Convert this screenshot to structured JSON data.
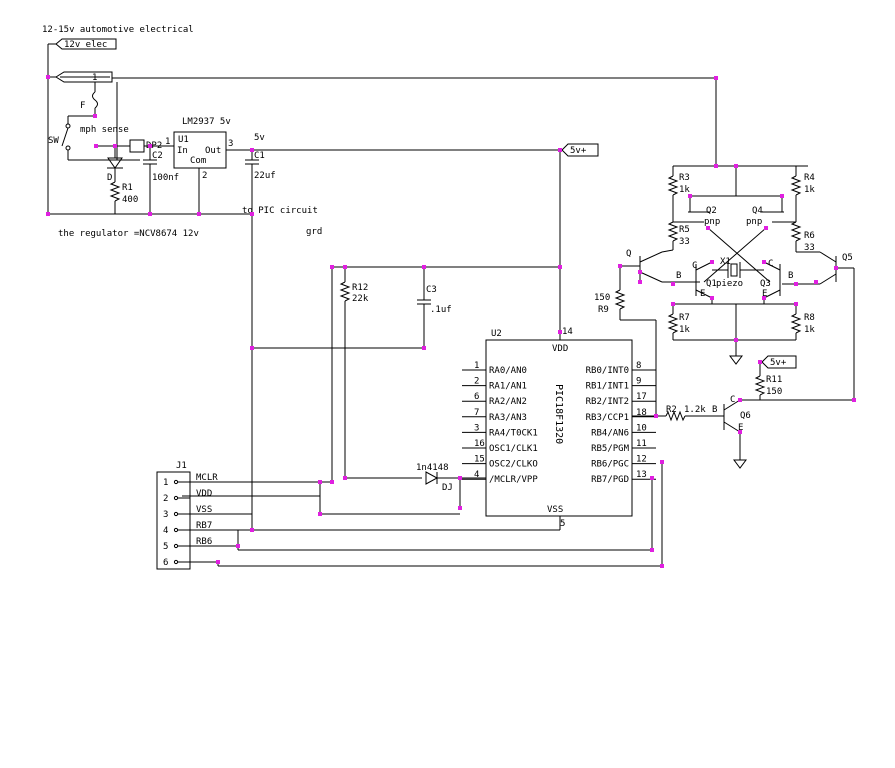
{
  "supply": {
    "title": "12-15v automotive electrical",
    "flag": "12v elec",
    "connector_pin": "1",
    "fuse": "F",
    "switch": "SW",
    "switch_label": "mph sense",
    "diode": "D",
    "r1_name": "R1",
    "r1_value": "400",
    "c2_name": "C2",
    "c2_value": "100nf",
    "dp2": "DP2",
    "regulator_type": "LM2937 5v",
    "u1_name": "U1",
    "u1_in": "In",
    "u1_out": "Out",
    "u1_com": "Com",
    "u1_pin1": "1",
    "u1_pin2": "2",
    "u1_pin3": "3",
    "out_5v": "5v",
    "c1_name": "C1",
    "c1_value": "22uf",
    "flag_5v": "5v+",
    "to_pic": "to PIC circuit",
    "grd": "grd",
    "note": "the regulator =NCV8674 12v"
  },
  "reset": {
    "r12_name": "R12",
    "r12_value": "22k",
    "c3_name": "C3",
    "c3_value": ".1uf",
    "diode_part": "1n4148",
    "diode_name": "DJ"
  },
  "pic": {
    "name": "U2",
    "part": "PIC18F1320",
    "vdd": "VDD",
    "vss": "VSS",
    "vdd_pin": "14",
    "vss_pin": "5",
    "left_pins": [
      {
        "num": "1",
        "label": "RA0/AN0"
      },
      {
        "num": "2",
        "label": "RA1/AN1"
      },
      {
        "num": "6",
        "label": "RA2/AN2"
      },
      {
        "num": "7",
        "label": "RA3/AN3"
      },
      {
        "num": "3",
        "label": "RA4/T0CK1"
      },
      {
        "num": "16",
        "label": "OSC1/CLK1"
      },
      {
        "num": "15",
        "label": "OSC2/CLKO"
      },
      {
        "num": "4",
        "label": "/MCLR/VPP"
      }
    ],
    "right_pins": [
      {
        "num": "8",
        "label": "RB0/INT0"
      },
      {
        "num": "9",
        "label": "RB1/INT1"
      },
      {
        "num": "17",
        "label": "RB2/INT2"
      },
      {
        "num": "18",
        "label": "RB3/CCP1"
      },
      {
        "num": "10",
        "label": "RB4/AN6"
      },
      {
        "num": "11",
        "label": "RB5/PGM"
      },
      {
        "num": "12",
        "label": "RB6/PGC"
      },
      {
        "num": "13",
        "label": "RB7/PGD"
      }
    ]
  },
  "header_j1": {
    "name": "J1",
    "pins": [
      {
        "num": "1",
        "label": "MCLR"
      },
      {
        "num": "2",
        "label": "VDD"
      },
      {
        "num": "3",
        "label": "VSS"
      },
      {
        "num": "4",
        "label": "RB7"
      },
      {
        "num": "5",
        "label": "RB6"
      },
      {
        "num": "6",
        "label": ""
      }
    ]
  },
  "driver": {
    "r3": "R3",
    "r3_v": "1k",
    "r4": "R4",
    "r4_v": "1k",
    "r5": "R5",
    "r5_v": "33",
    "r6": "R6",
    "r6_v": "33",
    "r7": "R7",
    "r7_v": "1k",
    "r8": "R8",
    "r8_v": "1k",
    "r9": "R9",
    "r9_v": "150",
    "q2": "Q2",
    "q2_t": "pnp",
    "q4": "Q4",
    "q4_t": "pnp",
    "q1": "Q1",
    "q3": "Q3",
    "q0": "Q",
    "q5": "Q5",
    "piezo": "piezo",
    "x1": "X1",
    "r11": "R11",
    "r11_v": "150",
    "flag_5v": "5v+",
    "r2": "R2",
    "r2_v": "1.2k",
    "q6": "Q6",
    "b": "B",
    "c": "C",
    "e": "E"
  },
  "colors": {
    "wire": "#000000",
    "junction": "#e020e0",
    "background": "#ffffff"
  }
}
